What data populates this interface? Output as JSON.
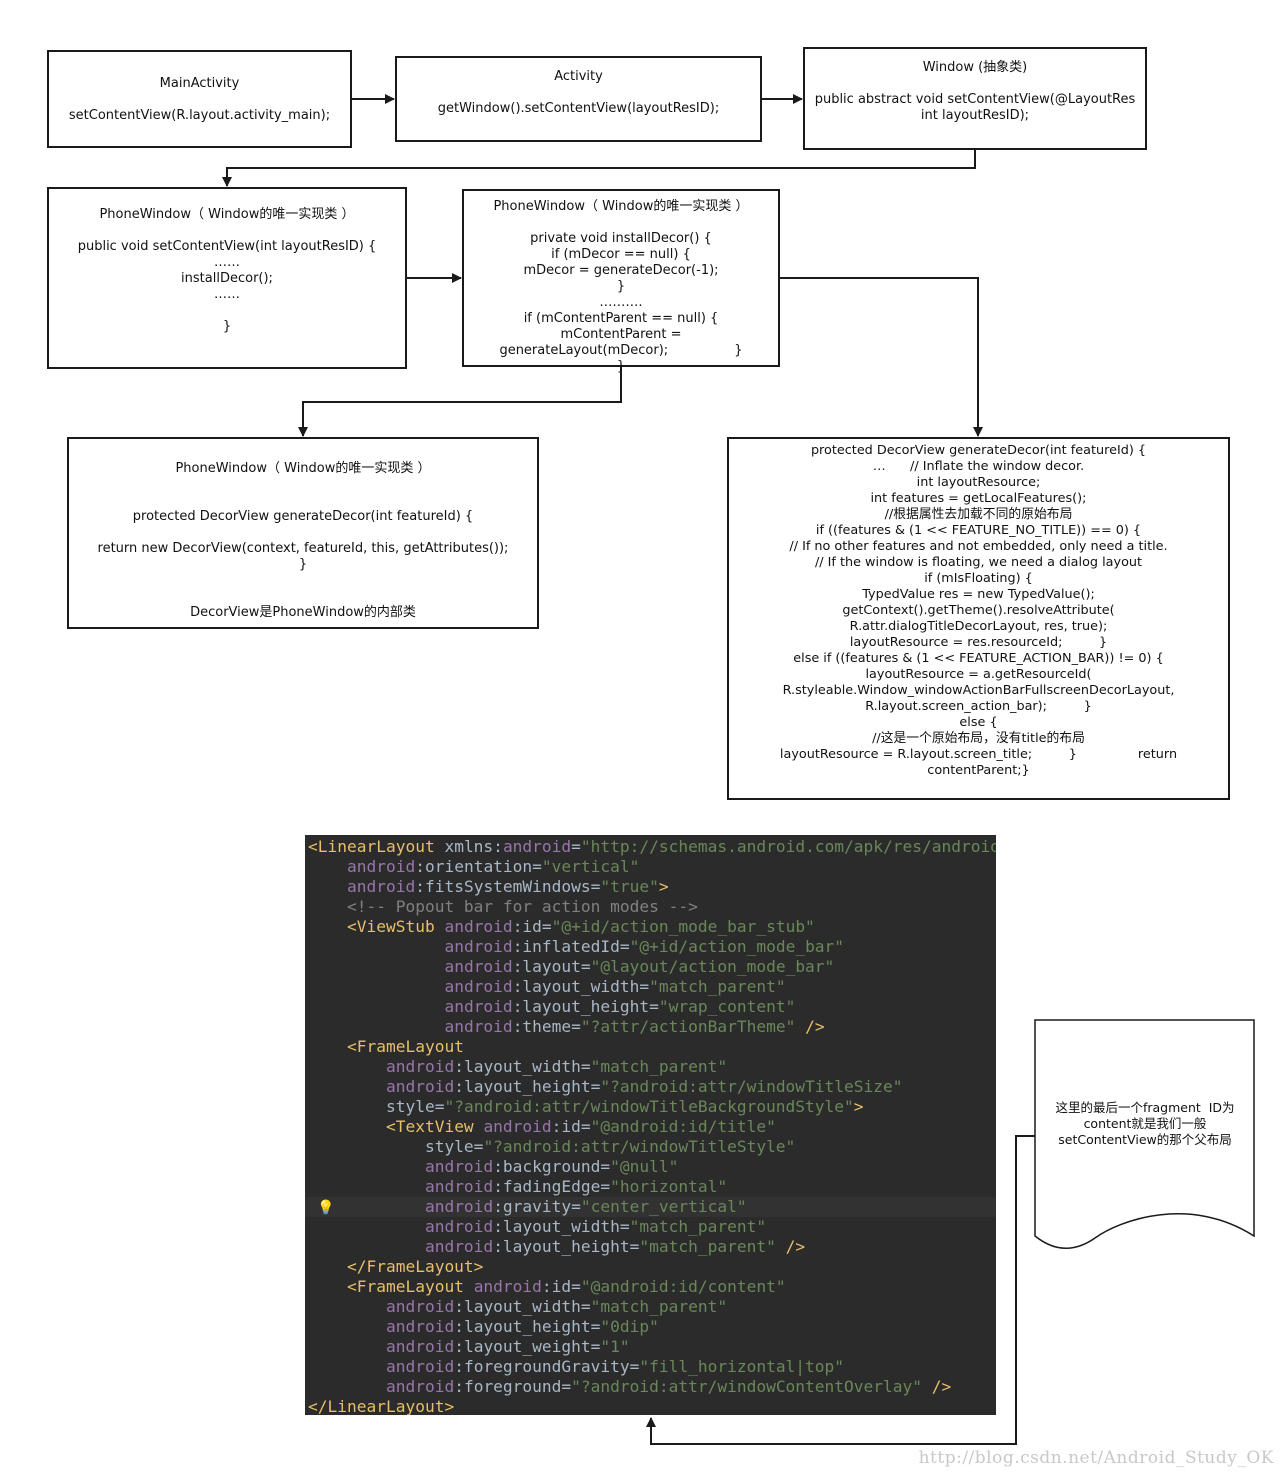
{
  "boxes": {
    "main_activity": [
      "MainActivity",
      "",
      "setContentView(R.layout.activity_main);"
    ],
    "activity": [
      "Activity",
      "",
      "getWindow().setContentView(layoutResID);"
    ],
    "window": [
      "Window (抽象类)",
      "",
      "public abstract void setContentView(@LayoutRes",
      "int layoutResID);"
    ],
    "phone_window_set": [
      "PhoneWindow（ Window的唯一实现类 ）",
      "",
      "public void setContentView(int layoutResID) {",
      "……",
      "installDecor();",
      "……",
      "",
      "}"
    ],
    "phone_window_install": [
      "PhoneWindow（ Window的唯一实现类 ）",
      "",
      "private void installDecor() {",
      "if (mDecor == null) {",
      "mDecor = generateDecor(-1);",
      "}",
      "……….",
      "if (mContentParent == null) {",
      "mContentParent =",
      "generateLayout(mDecor);                }",
      "}"
    ],
    "phone_window_decor": [
      "PhoneWindow（ Window的唯一实现类 ）",
      "",
      "",
      "protected DecorView generateDecor(int featureId) {",
      "",
      "return new DecorView(context, featureId, this, getAttributes());",
      "}",
      "",
      "",
      "DecorView是PhoneWindow的内部类"
    ],
    "generate_layout": [
      "protected DecorView generateDecor(int featureId) {",
      "…      // Inflate the window decor.",
      "int layoutResource;",
      "int features = getLocalFeatures();",
      "//根据属性去加载不同的原始布局",
      "if ((features & (1 << FEATURE_NO_TITLE)) == 0) {",
      "// If no other features and not embedded, only need a title.",
      "// If the window is floating, we need a dialog layout",
      "if (mIsFloating) {",
      "TypedValue res = new TypedValue();",
      "getContext().getTheme().resolveAttribute(",
      "R.attr.dialogTitleDecorLayout, res, true);",
      "layoutResource = res.resourceId;         }",
      "else if ((features & (1 << FEATURE_ACTION_BAR)) != 0) {",
      "layoutResource = a.getResourceId(",
      "R.styleable.Window_windowActionBarFullscreenDecorLayout,",
      "R.layout.screen_action_bar);         }",
      "else {",
      "//这是一个原始布局，没有title的布局",
      "layoutResource = R.layout.screen_title;         }               return",
      "contentParent;}"
    ]
  },
  "note": [
    "这里的最后一个fragment  ID为",
    "content就是我们一般",
    "setContentView的那个父布局"
  ],
  "code_lines": [
    [
      [
        "tag",
        "<LinearLayout"
      ],
      [
        "txt",
        " xmlns:"
      ],
      [
        "ns",
        "android"
      ],
      [
        "txt",
        "="
      ],
      [
        "val",
        "\"http://schemas.android.com/apk/res/android\""
      ]
    ],
    [
      [
        "txt",
        "    "
      ],
      [
        "ns",
        "android"
      ],
      [
        "txt",
        ":orientation="
      ],
      [
        "val",
        "\"vertical\""
      ]
    ],
    [
      [
        "txt",
        "    "
      ],
      [
        "ns",
        "android"
      ],
      [
        "txt",
        ":fitsSystemWindows="
      ],
      [
        "val",
        "\"true\""
      ],
      [
        "tag",
        ">"
      ]
    ],
    [
      [
        "txt",
        "    "
      ],
      [
        "cmt",
        "<!-- Popout bar for action modes -->"
      ]
    ],
    [
      [
        "txt",
        "    "
      ],
      [
        "tag",
        "<ViewStub"
      ],
      [
        "txt",
        " "
      ],
      [
        "ns",
        "android"
      ],
      [
        "txt",
        ":id="
      ],
      [
        "val",
        "\"@+id/action_mode_bar_stub\""
      ]
    ],
    [
      [
        "txt",
        "              "
      ],
      [
        "ns",
        "android"
      ],
      [
        "txt",
        ":inflatedId="
      ],
      [
        "val",
        "\"@+id/action_mode_bar\""
      ]
    ],
    [
      [
        "txt",
        "              "
      ],
      [
        "ns",
        "android"
      ],
      [
        "txt",
        ":layout="
      ],
      [
        "val",
        "\"@layout/action_mode_bar\""
      ]
    ],
    [
      [
        "txt",
        "              "
      ],
      [
        "ns",
        "android"
      ],
      [
        "txt",
        ":layout_width="
      ],
      [
        "val",
        "\"match_parent\""
      ]
    ],
    [
      [
        "txt",
        "              "
      ],
      [
        "ns",
        "android"
      ],
      [
        "txt",
        ":layout_height="
      ],
      [
        "val",
        "\"wrap_content\""
      ]
    ],
    [
      [
        "txt",
        "              "
      ],
      [
        "ns",
        "android"
      ],
      [
        "txt",
        ":theme="
      ],
      [
        "val",
        "\"?attr/actionBarTheme\""
      ],
      [
        "tag",
        " />"
      ]
    ],
    [
      [
        "txt",
        "    "
      ],
      [
        "tag",
        "<FrameLayout"
      ]
    ],
    [
      [
        "txt",
        "        "
      ],
      [
        "ns",
        "android"
      ],
      [
        "txt",
        ":layout_width="
      ],
      [
        "val",
        "\"match_parent\""
      ]
    ],
    [
      [
        "txt",
        "        "
      ],
      [
        "ns",
        "android"
      ],
      [
        "txt",
        ":layout_height="
      ],
      [
        "val",
        "\"?android:attr/windowTitleSize\""
      ]
    ],
    [
      [
        "txt",
        "        style="
      ],
      [
        "val",
        "\"?android:attr/windowTitleBackgroundStyle\""
      ],
      [
        "tag",
        ">"
      ]
    ],
    [
      [
        "txt",
        "        "
      ],
      [
        "tag",
        "<TextView"
      ],
      [
        "txt",
        " "
      ],
      [
        "ns",
        "android"
      ],
      [
        "txt",
        ":id="
      ],
      [
        "val",
        "\"@android:id/title\""
      ]
    ],
    [
      [
        "txt",
        "            style="
      ],
      [
        "val",
        "\"?android:attr/windowTitleStyle\""
      ]
    ],
    [
      [
        "txt",
        "            "
      ],
      [
        "ns",
        "android"
      ],
      [
        "txt",
        ":background="
      ],
      [
        "val",
        "\"@null\""
      ]
    ],
    [
      [
        "txt",
        "            "
      ],
      [
        "ns",
        "android"
      ],
      [
        "txt",
        ":fadingEdge="
      ],
      [
        "val",
        "\"horizontal\""
      ]
    ],
    [
      [
        "txt",
        "            "
      ],
      [
        "ns",
        "android"
      ],
      [
        "txt",
        ":gravity="
      ],
      [
        "val",
        "\"center_vertical\""
      ]
    ],
    [
      [
        "txt",
        "            "
      ],
      [
        "ns",
        "android"
      ],
      [
        "txt",
        ":layout_width="
      ],
      [
        "val",
        "\"match_parent\""
      ]
    ],
    [
      [
        "txt",
        "            "
      ],
      [
        "ns",
        "android"
      ],
      [
        "txt",
        ":layout_height="
      ],
      [
        "val",
        "\"match_parent\""
      ],
      [
        "tag",
        " />"
      ]
    ],
    [
      [
        "txt",
        "    "
      ],
      [
        "tag",
        "</FrameLayout>"
      ]
    ],
    [
      [
        "txt",
        "    "
      ],
      [
        "tag",
        "<FrameLayout"
      ],
      [
        "txt",
        " "
      ],
      [
        "ns",
        "android"
      ],
      [
        "txt",
        ":id="
      ],
      [
        "val",
        "\"@android:id/content\""
      ]
    ],
    [
      [
        "txt",
        "        "
      ],
      [
        "ns",
        "android"
      ],
      [
        "txt",
        ":layout_width="
      ],
      [
        "val",
        "\"match_parent\""
      ]
    ],
    [
      [
        "txt",
        "        "
      ],
      [
        "ns",
        "android"
      ],
      [
        "txt",
        ":layout_height="
      ],
      [
        "val",
        "\"0dip\""
      ]
    ],
    [
      [
        "txt",
        "        "
      ],
      [
        "ns",
        "android"
      ],
      [
        "txt",
        ":layout_weight="
      ],
      [
        "val",
        "\"1\""
      ]
    ],
    [
      [
        "txt",
        "        "
      ],
      [
        "ns",
        "android"
      ],
      [
        "txt",
        ":foregroundGravity="
      ],
      [
        "val",
        "\"fill_horizontal|top\""
      ]
    ],
    [
      [
        "txt",
        "        "
      ],
      [
        "ns",
        "android"
      ],
      [
        "txt",
        ":foreground="
      ],
      [
        "val",
        "\"?android:attr/windowContentOverlay\""
      ],
      [
        "tag",
        " />"
      ]
    ],
    [
      [
        "tag",
        "</LinearLayout>"
      ]
    ]
  ],
  "code_highlight_line": 18,
  "code_bulb_icon": "lightbulb-icon",
  "watermark": "http://blog.csdn.net/Android_Study_OK",
  "colors": {
    "border": "#1a1a1a",
    "code_bg": "#2b2b2b",
    "tag": "#e8bf6a",
    "ns": "#9876aa",
    "value": "#6a8759",
    "comment": "#808080"
  }
}
